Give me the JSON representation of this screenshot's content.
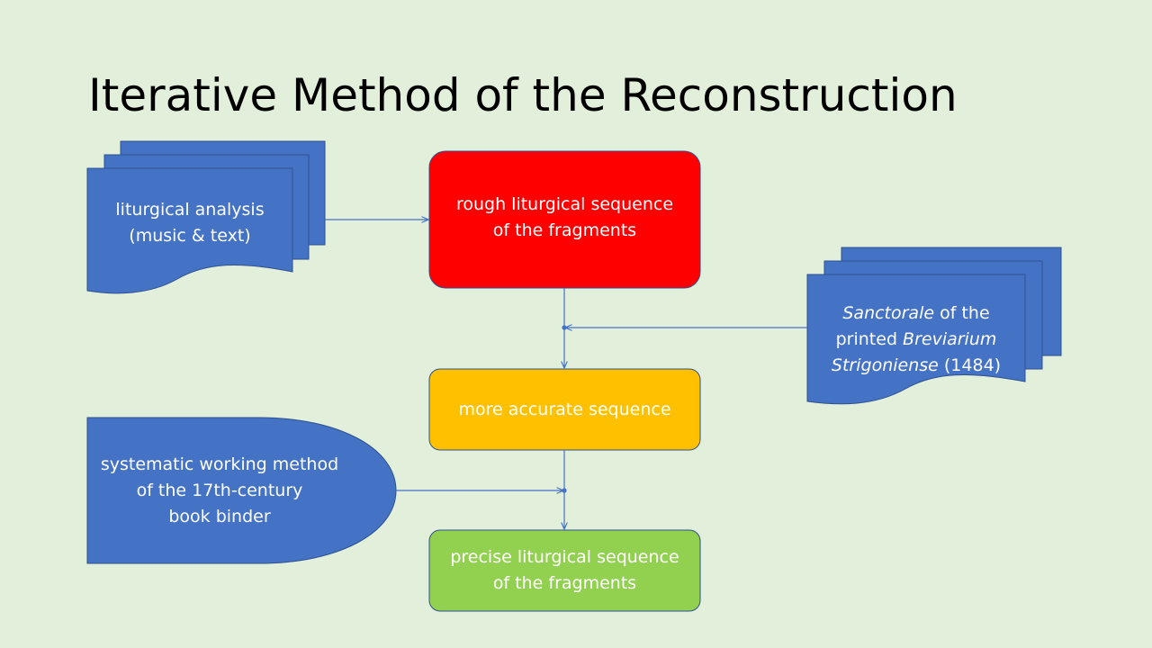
{
  "title": "Iterative Method of the Reconstruction",
  "colors": {
    "background": "#e2efda",
    "source_fill": "#4472c4",
    "source_stroke": "#2f528f",
    "rough_fill": "#ff0000",
    "accurate_fill": "#ffc000",
    "precise_fill": "#92d050",
    "connector": "#4472c4",
    "text_on_shape": "#ffffff"
  },
  "nodes": {
    "liturgical_analysis": {
      "line1": "liturgical analysis",
      "line2": "(music & text)"
    },
    "rough_sequence": {
      "line1": "rough liturgical sequence",
      "line2": "of the fragments"
    },
    "sanctorale": {
      "line1_italic": "Sanctorale",
      "line1_rest": " of the",
      "line2_plain": "printed ",
      "line2_italic": "Breviarium",
      "line3_italic": "Strigoniense",
      "line3_rest": " (1484)"
    },
    "accurate_sequence": {
      "line1": "more accurate sequence"
    },
    "systematic_method": {
      "line1": "systematic working method",
      "line2": "of the 17th-century",
      "line3": "book binder"
    },
    "precise_sequence": {
      "line1": "precise liturgical sequence",
      "line2": "of the fragments"
    }
  }
}
